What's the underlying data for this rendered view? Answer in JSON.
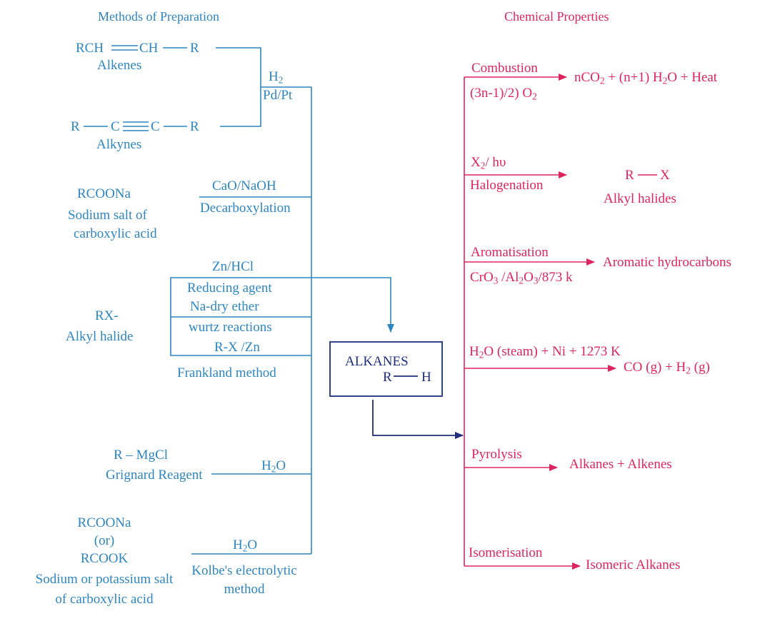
{
  "headings": {
    "preparation": "Methods of Preparation",
    "properties": "Chemical Properties"
  },
  "center": {
    "title": "ALKANES",
    "formula_r": "R",
    "formula_h": "H"
  },
  "preparation": {
    "alkene_formula_a": "RCH",
    "alkene_formula_b": "CH",
    "alkene_formula_c": "R",
    "alkene_name": "Alkenes",
    "alkyne_formula_a": "R",
    "alkyne_formula_b": "C",
    "alkyne_formula_c": "C",
    "alkyne_formula_d": "R",
    "alkyne_name": "Alkynes",
    "hydrogenation_reagent": "H",
    "hydrogenation_reagent_sub": "2",
    "hydrogenation_catalyst": "Pd/Pt",
    "salt_formula": "RCOONa",
    "salt_name_1": "Sodium salt of",
    "salt_name_2": "carboxylic acid",
    "decarb_reagent": "CaO/NaOH",
    "decarb_name": "Decarboxylation",
    "halide_formula": "RX-",
    "halide_name": "Alkyl halide",
    "reduction_reagent": "Zn/HCl",
    "reduction_name": "Reducing agent",
    "wurtz_reagent": "Na-dry ether",
    "wurtz_name": "wurtz reactions",
    "frankland_reagent": "R-X /Zn",
    "frankland_name": "Frankland method",
    "grignard_formula": "R – MgCl",
    "grignard_name": "Grignard Reagent",
    "grignard_reagent": "H",
    "grignard_reagent_sub": "2",
    "grignard_reagent_tail": "O",
    "kolbe_salt_1": "RCOONa",
    "kolbe_salt_2": "(or)",
    "kolbe_salt_3": "RCOOK",
    "kolbe_salt_4": "Sodium or potassium salt",
    "kolbe_salt_5": "of carboxylic acid",
    "kolbe_reagent": "H",
    "kolbe_reagent_sub": "2",
    "kolbe_reagent_tail": "O",
    "kolbe_name_1": "Kolbe's electrolytic",
    "kolbe_name_2": "method"
  },
  "properties": {
    "combustion_name": "Combustion",
    "combustion_reagent_a": "(3n-1)/2) O",
    "combustion_reagent_sub": "2",
    "combustion_p1": "nCO",
    "combustion_p1_sub": "2",
    "combustion_p2": " +  (n+1) H",
    "combustion_p2_sub": "2",
    "combustion_p3": "O + Heat",
    "halogen_reagent_a": "X",
    "halogen_reagent_sub": "2",
    "halogen_reagent_b": "/ hυ",
    "halogen_name": "Halogenation",
    "halogen_product_r": "R",
    "halogen_product_x": "X",
    "halogen_product_name": "Alkyl halides",
    "arom_name": "Aromatisation",
    "arom_reagent_a": "CrO",
    "arom_reagent_sub1": "3",
    "arom_reagent_b": " /Al",
    "arom_reagent_sub2": "2",
    "arom_reagent_c": "O",
    "arom_reagent_sub3": "3",
    "arom_reagent_d": "/873 k",
    "arom_product": "Aromatic hydrocarbons",
    "steam_a": "H",
    "steam_sub": "2",
    "steam_b": "O (steam) + Ni + 1273 K",
    "steam_product_a": "CO (g) + H",
    "steam_product_sub": "2",
    "steam_product_b": " (g)",
    "pyrolysis_name": "Pyrolysis",
    "pyrolysis_product": "Alkanes  +   Alkenes",
    "isomer_name": "Isomerisation",
    "isomer_product": "Isomeric Alkanes"
  },
  "colors": {
    "preparation": "#2e86c1",
    "properties": "#e0245e",
    "center": "#1f2d7a"
  }
}
